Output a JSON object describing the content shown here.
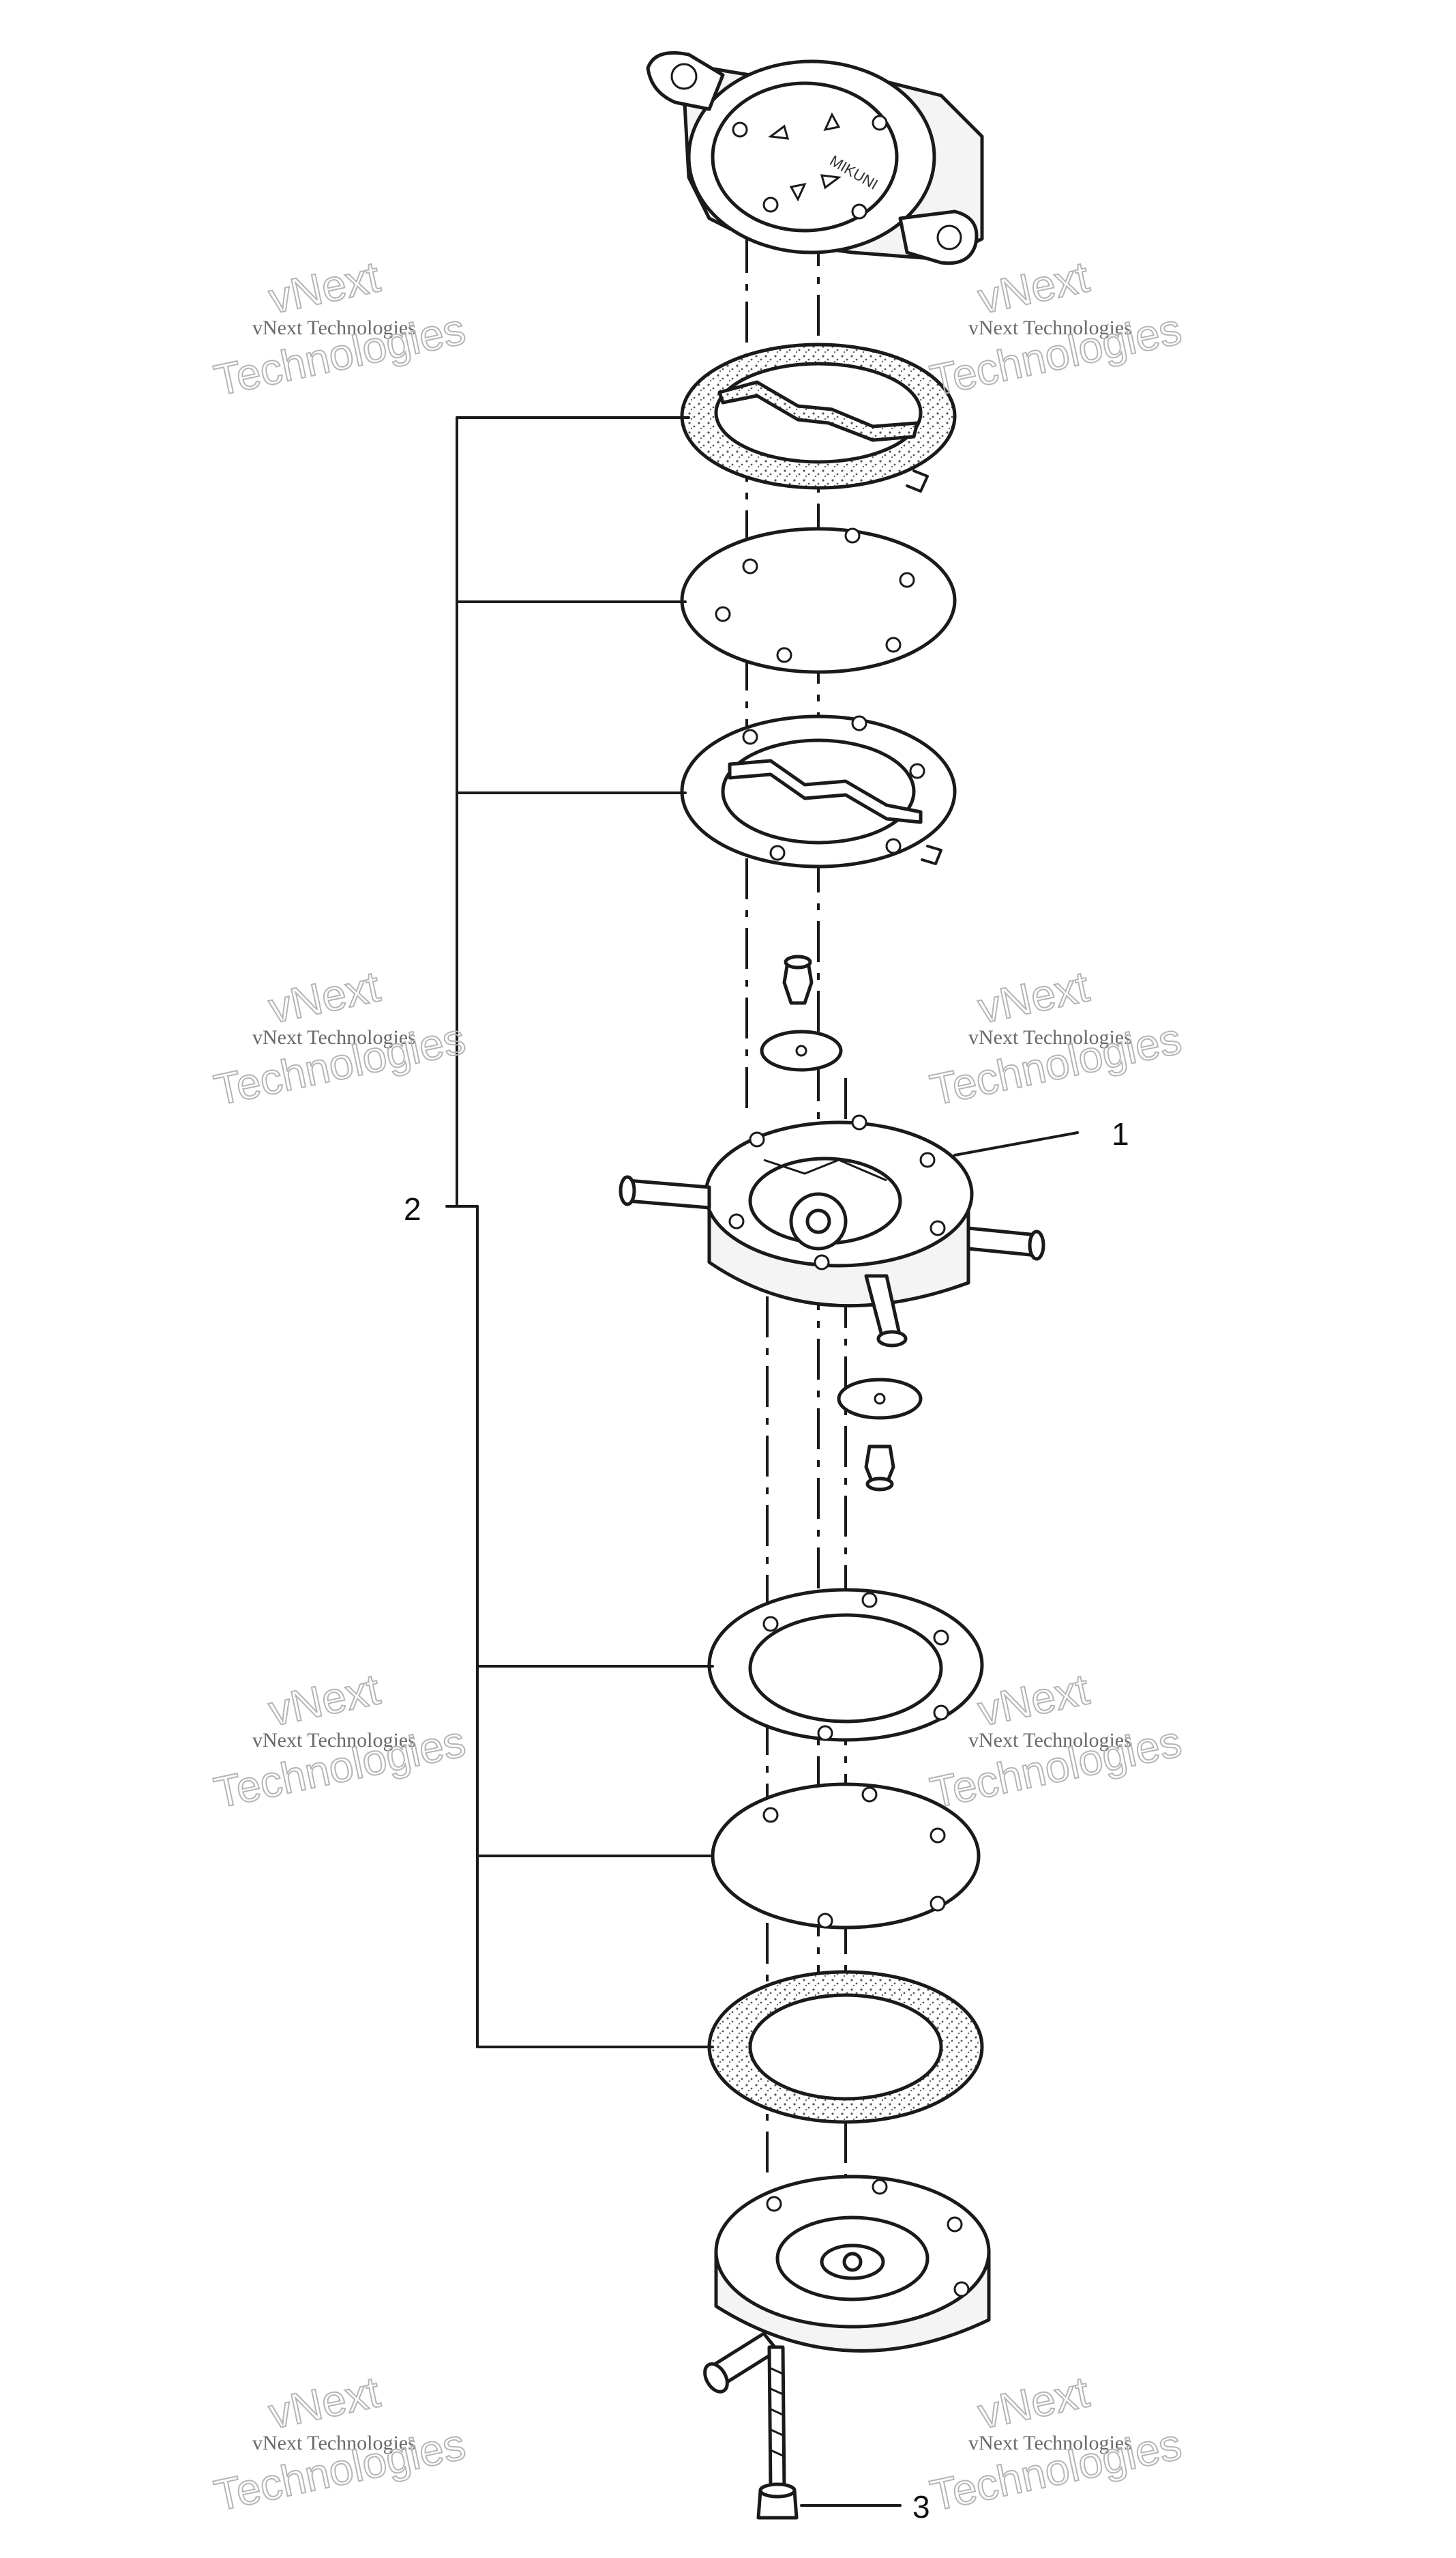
{
  "callouts": {
    "item_1": "1",
    "item_2": "2",
    "item_3": "3"
  },
  "cover_marking": "MIKUNI",
  "watermark": {
    "line": "vNext Technologies",
    "stamp_top": "vNext",
    "stamp_bottom": "Technologies"
  },
  "colors": {
    "ink": "#1a1a1a",
    "watermark_text": "#6a6a6a",
    "watermark_outline": "#b5b5b5",
    "gasket_stipple": "#555555"
  }
}
